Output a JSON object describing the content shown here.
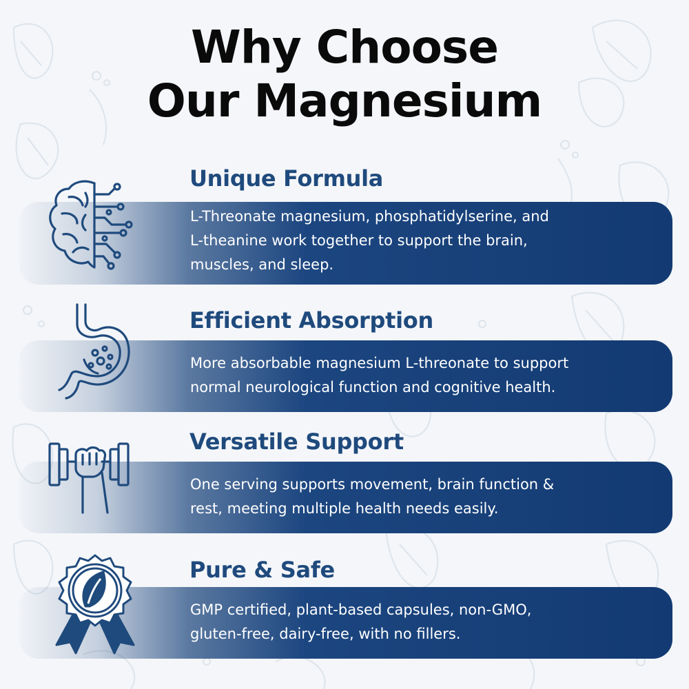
{
  "title": {
    "line1": "Why Choose",
    "line2": "Our Magnesium"
  },
  "colors": {
    "background": "#f4f6f9",
    "title": "#0a0a0a",
    "heading": "#1f4a7d",
    "pill": "#133a72",
    "icon": "#1f4a7d"
  },
  "features": [
    {
      "icon": "brain-circuit-icon",
      "heading": "Unique Formula",
      "text": "L-Threonate magnesium, phosphatidylserine, and\nL-theanine work together to support the brain,\nmuscles, and sleep."
    },
    {
      "icon": "stomach-icon",
      "heading": "Efficient Absorption",
      "text": "More absorbable magnesium L-threonate to support\nnormal neurological function and cognitive health."
    },
    {
      "icon": "dumbbell-hand-icon",
      "heading": "Versatile Support",
      "text": "One serving supports movement, brain function &\nrest, meeting multiple health needs easily."
    },
    {
      "icon": "leaf-badge-icon",
      "heading": "Pure & Safe",
      "text": "GMP certified, plant-based capsules, non-GMO,\ngluten-free, dairy-free, with no fillers."
    }
  ]
}
